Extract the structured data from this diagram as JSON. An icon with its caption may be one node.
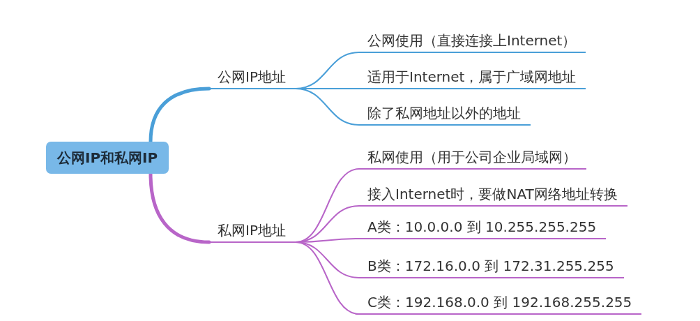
{
  "diagram": {
    "nodes": [
      {
        "text": [
          "公网IP和私网IP"
        ]
      },
      {
        "text": [
          "公网IP地址"
        ]
      },
      {
        "text": [
          "公网使用（直接连接上Internet）"
        ]
      },
      {
        "text": [
          "适用于Internet，属于广域网地址"
        ]
      },
      {
        "text": [
          "除了私网地址以外的地址"
        ]
      },
      {
        "text": [
          "私网IP地址"
        ]
      },
      {
        "text": [
          "私网使用（用于公司企业局域网）"
        ]
      },
      {
        "text": [
          "接入Internet时，要做NAT网络地址转换"
        ]
      },
      {
        "text": [
          "A类：10.0.0.0 到 10.255.255.255"
        ]
      },
      {
        "text": [
          "B类：172.16.0.0 到 172.31.255.255"
        ]
      },
      {
        "text": [
          "C类：192.168.0.0 到 192.168.255.255"
        ]
      }
    ],
    "edges": [
      {
        "from": 0,
        "to": 1,
        "arrow": "none",
        "style": "thick",
        "color": "#4a9fd8"
      },
      {
        "from": 0,
        "to": 5,
        "arrow": "none",
        "style": "thick"
      },
      {
        "from": 1,
        "to": 2,
        "arrow": "none",
        "color": "#4a9fd8"
      },
      {
        "from": 1,
        "to": 3,
        "arrow": "none",
        "color": "#4a9fd8"
      },
      {
        "from": 1,
        "to": 4,
        "arrow": "none",
        "color": "#4a9fd8"
      },
      {
        "from": 5,
        "to": 6,
        "arrow": "none"
      },
      {
        "from": 5,
        "to": 7,
        "arrow": "none"
      },
      {
        "from": 5,
        "to": 8,
        "arrow": "none"
      },
      {
        "from": 5,
        "to": 9,
        "arrow": "none"
      },
      {
        "from": 5,
        "to": 10,
        "arrow": "none"
      }
    ]
  }
}
